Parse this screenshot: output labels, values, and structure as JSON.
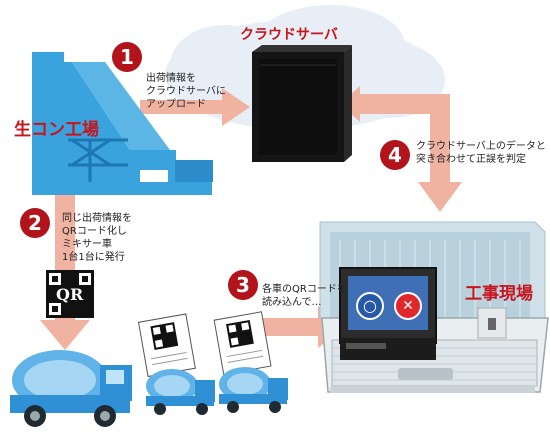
{
  "cloud_label": "クラウドサーバ",
  "factory_label": "生コン工場",
  "site_label": "工事現場",
  "steps": [
    {
      "number": "1",
      "lines": [
        "出荷情報を",
        "クラウドサーバに",
        "アップロード"
      ]
    },
    {
      "number": "2",
      "lines": [
        "同じ出荷情報を",
        "QRコード化し",
        "ミキサー車",
        "1台1台に発行"
      ]
    },
    {
      "number": "3",
      "lines": [
        "各車のQRコードを",
        "読み込んで…"
      ]
    },
    {
      "number": "4",
      "lines": [
        "クラウドサーバ上のデータと",
        "突き合わせて正誤を判定"
      ]
    }
  ],
  "qr_text": "QR",
  "judge_ok": "○",
  "judge_ng": "✕",
  "colors": {
    "accent_red": "#c8141c",
    "arrow": "#f0b3a2",
    "factory_blue": "#3aa2dc",
    "truck_blue": "#2f90d6"
  }
}
